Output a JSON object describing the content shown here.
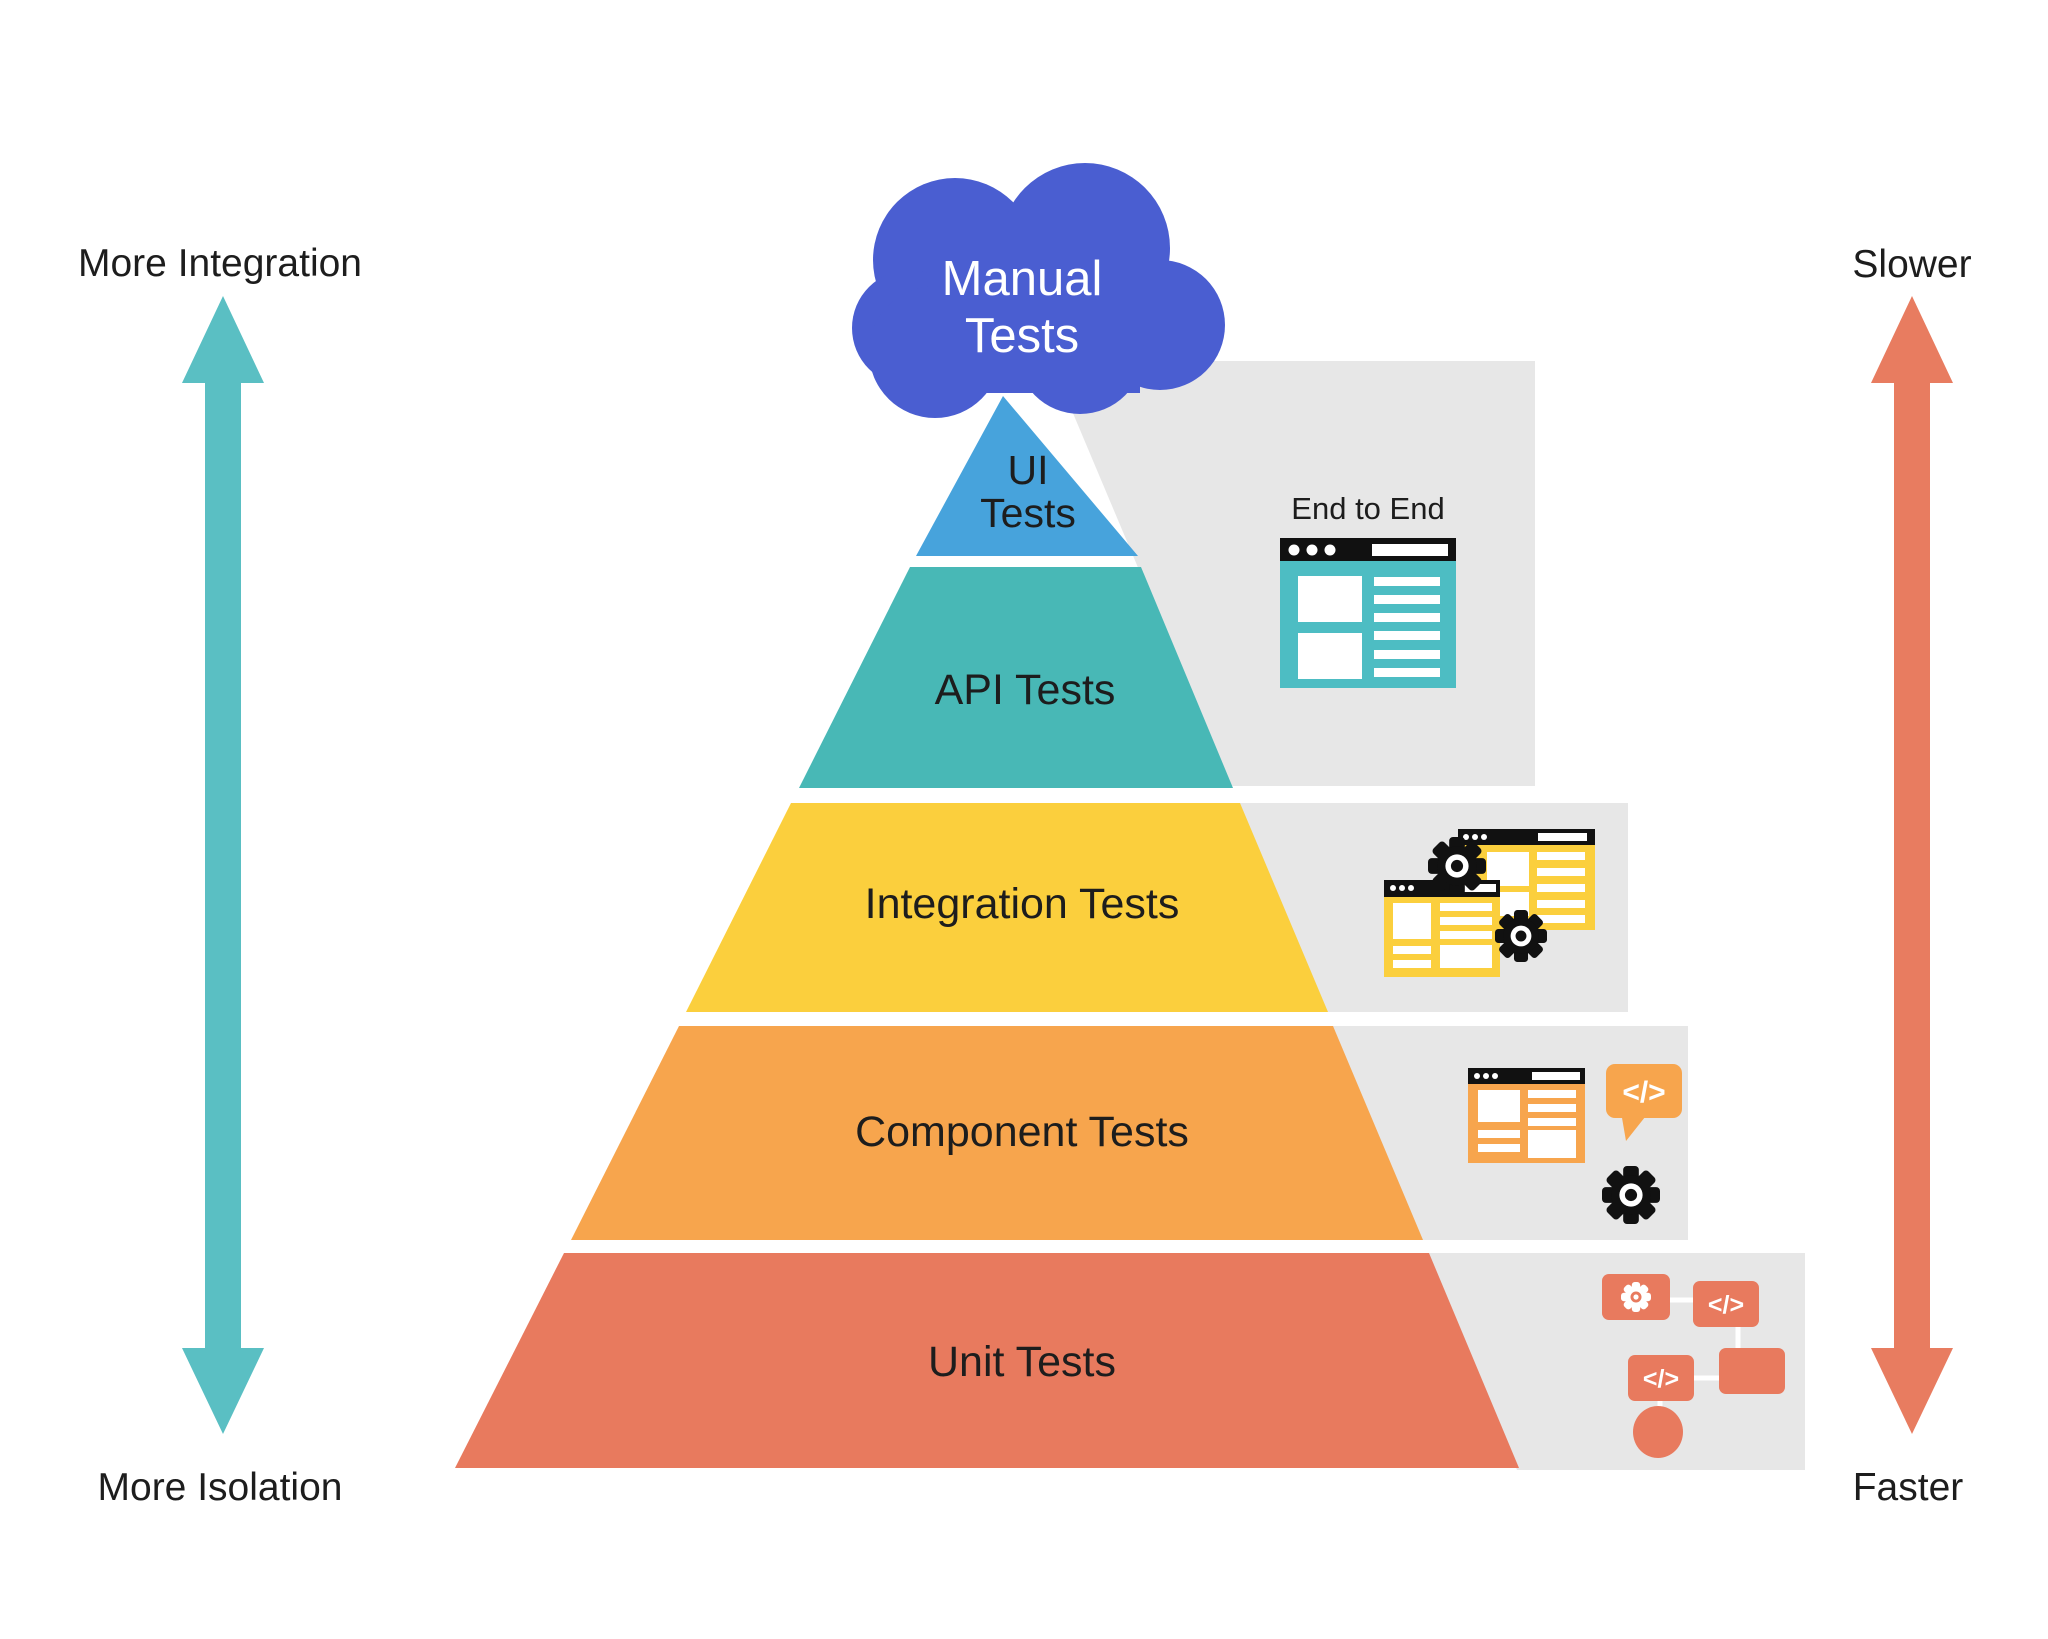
{
  "left_axis": {
    "top_label": "More Integration",
    "bottom_label": "More Isolation",
    "arrow_color": "#5abfc3"
  },
  "right_axis": {
    "top_label": "Slower",
    "bottom_label": "Faster",
    "arrow_color": "#e87c60"
  },
  "cloud": {
    "label": "Manual Tests",
    "label_lines": [
      "Manual",
      "Tests"
    ],
    "color": "#4a5ed1",
    "text_color": "#ffffff"
  },
  "pyramid": {
    "label_color": "#1d1d1d",
    "layers": [
      {
        "label": "UI Tests",
        "label_lines": [
          "UI",
          "Tests"
        ],
        "color": "#47a3dc"
      },
      {
        "label": "API Tests",
        "color": "#48b8b6"
      },
      {
        "label": "Integration Tests",
        "color": "#fbcf3d"
      },
      {
        "label": "Component Tests",
        "color": "#f7a54d"
      },
      {
        "label": "Unit Tests",
        "color": "#e87a5e"
      }
    ]
  },
  "panels": {
    "color": "#e7e7e7",
    "end_to_end_label": "End to End"
  },
  "icons": {
    "black": "#111111",
    "white": "#ffffff",
    "browser_teal": "#4dbdc3",
    "window_yellow": "#fbcf3d",
    "browser_orange": "#f7a54d",
    "flow_salmon": "#e87a5e",
    "code_glyph": "</>"
  }
}
